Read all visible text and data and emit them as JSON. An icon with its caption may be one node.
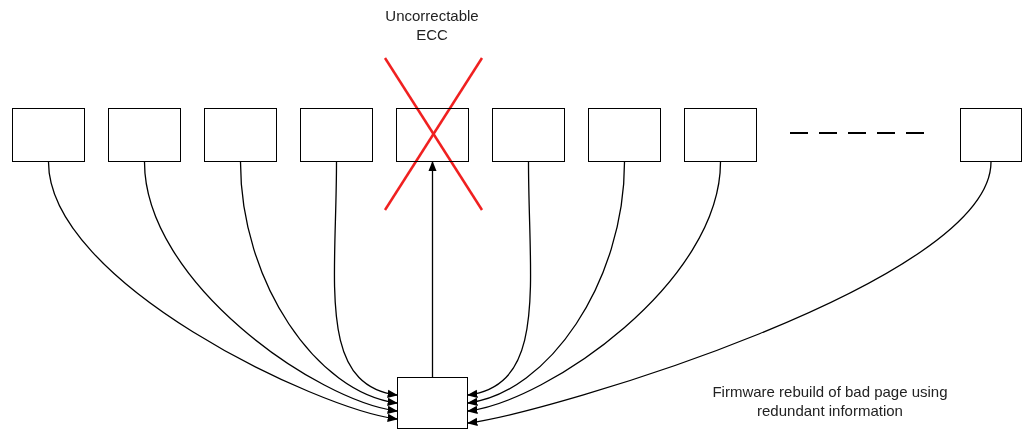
{
  "diagram": {
    "nodes": [
      {
        "text": [],
        "shape": "box"
      },
      {
        "text": [],
        "shape": "box"
      },
      {
        "text": [],
        "shape": "box"
      },
      {
        "text": [],
        "shape": "box"
      },
      {
        "text": [],
        "shape": "box"
      },
      {
        "text": [],
        "shape": "box"
      },
      {
        "text": [],
        "shape": "box"
      },
      {
        "text": [],
        "shape": "box"
      },
      {
        "text": [],
        "shape": "box"
      },
      {
        "text": [],
        "shape": "box"
      }
    ],
    "edges": [
      {
        "from": 0,
        "to": 9,
        "arrow": "to"
      },
      {
        "from": 1,
        "to": 9,
        "arrow": "to"
      },
      {
        "from": 2,
        "to": 9,
        "arrow": "to"
      },
      {
        "from": 3,
        "to": 9,
        "arrow": "to"
      },
      {
        "from": 9,
        "to": 4,
        "arrow": "to"
      },
      {
        "from": 5,
        "to": 9,
        "arrow": "to"
      },
      {
        "from": 6,
        "to": 9,
        "arrow": "to"
      },
      {
        "from": 7,
        "to": 9,
        "arrow": "to"
      },
      {
        "from": 8,
        "to": 9,
        "arrow": "to"
      }
    ],
    "labels": [
      "Uncorrectable ECC",
      "Firmware rebuild of bad page using redundant information"
    ]
  }
}
